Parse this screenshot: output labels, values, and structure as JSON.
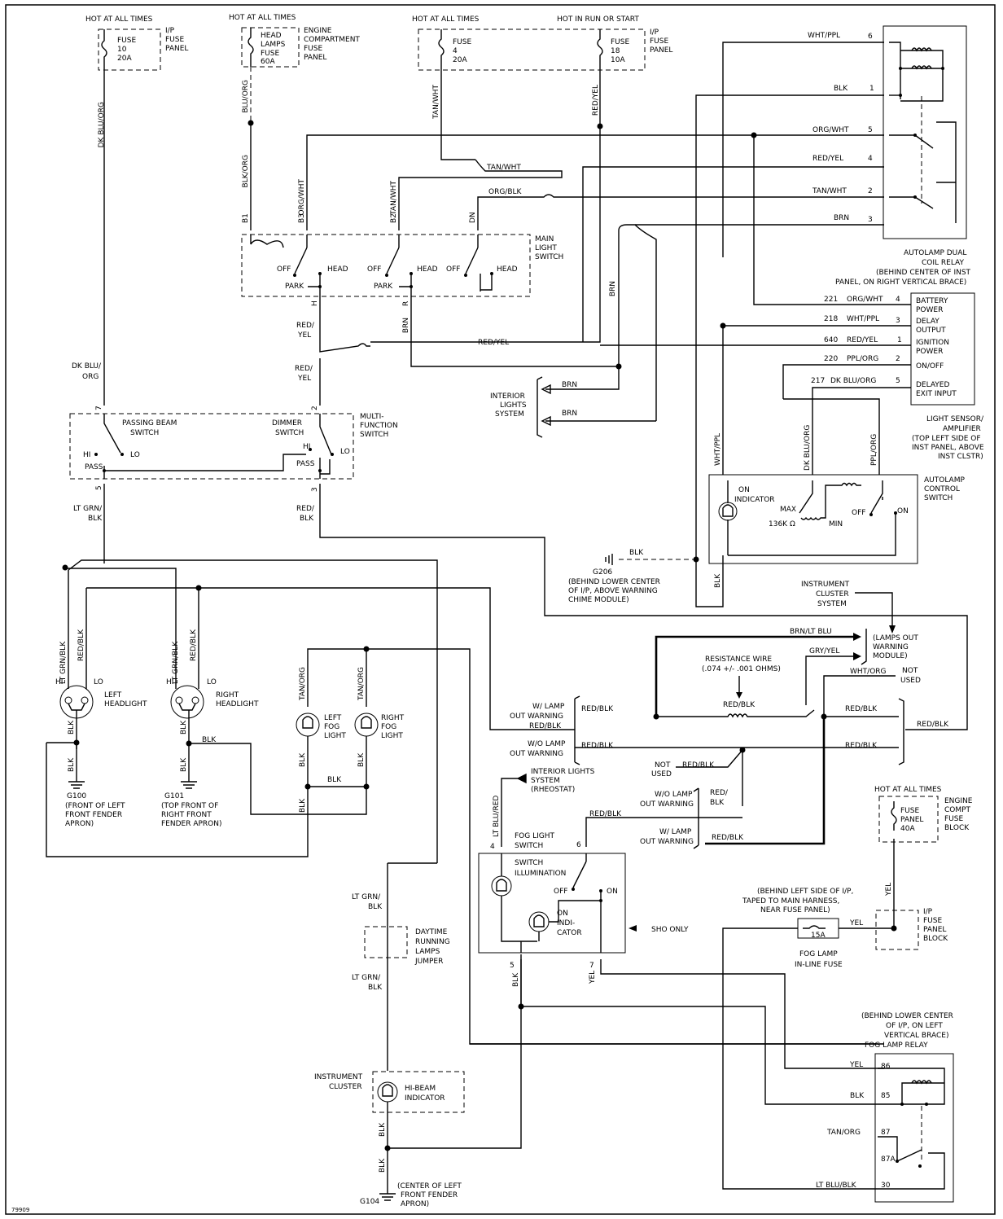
{
  "figure_id": "79909",
  "fuses": {
    "f10": {
      "hot": "HOT AT ALL TIMES",
      "name": "FUSE",
      "num": "10",
      "amp": "20A",
      "panel1": "I/P",
      "panel2": "FUSE",
      "panel3": "PANEL"
    },
    "head": {
      "hot": "HOT AT ALL TIMES",
      "l1": "HEAD",
      "l2": "LAMPS",
      "l3": "FUSE",
      "l4": "60A",
      "p1": "ENGINE",
      "p2": "COMPARTMENT",
      "p3": "FUSE",
      "p4": "PANEL"
    },
    "f4": {
      "hot": "HOT AT ALL TIMES",
      "name": "FUSE",
      "num": "4",
      "amp": "20A"
    },
    "f18": {
      "hot": "HOT IN RUN OR START",
      "name": "FUSE",
      "num": "18",
      "amp": "10A",
      "panel1": "I/P",
      "panel2": "FUSE",
      "panel3": "PANEL"
    }
  },
  "wires": {
    "dkbluorg": "DK BLU/ORG",
    "dkblu_org_2a": "DK BLU/",
    "dkblu_org_2b": "ORG",
    "blkorg": "BLK/ORG",
    "bluorg": "BLU/ORG",
    "tanwht": "TAN/WHT",
    "redyel": "RED/YEL",
    "orgwht": "ORG/WHT",
    "orgblk": "ORG/BLK",
    "brn": "BRN",
    "redyel_a": "RED/",
    "redyel_b": "YEL",
    "whtppl": "WHT/PPL",
    "blk": "BLK",
    "ltgrnblk_a": "LT GRN/",
    "ltgrnblk_b": "BLK",
    "ltgrnblk": "LT GRN/BLK",
    "redblk": "RED/BLK",
    "redblk_a": "RED/",
    "redblk_b": "BLK",
    "tanorg": "TAN/ORG",
    "ltblured": "LT BLU/RED",
    "yel": "YEL",
    "brnltblu": "BRN/LT BLU",
    "gryyel": "GRY/YEL",
    "whtorg": "WHT/ORG",
    "pplorg": "PPL/ORG",
    "ltblublk": "LT BLU/BLK"
  },
  "main_switch": {
    "title1": "MAIN",
    "title2": "LIGHT",
    "title3": "SWITCH",
    "b1": "B1",
    "b3": "B3",
    "b2": "B2",
    "dn": "DN",
    "h": "H",
    "r": "R",
    "off": "OFF",
    "park": "PARK",
    "head": "HEAD"
  },
  "relay": {
    "pins": [
      "6",
      "1",
      "5",
      "4",
      "2",
      "3"
    ],
    "title1": "AUTOLAMP DUAL",
    "title2": "COIL RELAY",
    "title3": "(BEHIND CENTER OF INST",
    "title4": "PANEL, ON RIGHT VERTICAL BRACE)"
  },
  "sensor": {
    "circ": [
      "221",
      "218",
      "640",
      "220",
      "217"
    ],
    "pins": [
      "4",
      "3",
      "1",
      "2",
      "5"
    ],
    "labels": [
      "BATTERY",
      "POWER",
      "DELAY",
      "OUTPUT",
      "IGNITION",
      "POWER",
      "ON/OFF",
      "DELAYED",
      "EXIT INPUT"
    ],
    "title1": "LIGHT SENSOR/",
    "title2": "AMPLIFIER",
    "title3": "(TOP LEFT SIDE OF",
    "title4": "INST PANEL, ABOVE",
    "title5": "INST CLSTR)"
  },
  "interior": {
    "l1": "INTERIOR",
    "l2": "LIGHTS",
    "l3": "SYSTEM"
  },
  "multi": {
    "t1": "MULTI-",
    "t2": "FUNCTION",
    "t3": "SWITCH",
    "pb1": "PASSING BEAM",
    "pb2": "SWITCH",
    "dm1": "DIMMER",
    "dm2": "SWITCH",
    "hi": "HI",
    "lo": "LO",
    "pass": "PASS",
    "p7": "7",
    "p5": "5",
    "p2": "2",
    "p3": "3"
  },
  "autolamp": {
    "t1": "AUTOLAMP",
    "t2": "CONTROL",
    "t3": "SWITCH",
    "on1": "ON",
    "on2": "INDICATOR",
    "max": "MAX",
    "min": "MIN",
    "ohm": "136K Ω",
    "off": "OFF",
    "on": "ON"
  },
  "g206": {
    "name": "G206",
    "l1": "(BEHIND LOWER CENTER",
    "l2": "OF I/P, ABOVE WARNING",
    "l3": "CHIME MODULE)"
  },
  "cluster_sys": {
    "l1": "INSTRUMENT",
    "l2": "CLUSTER",
    "l3": "SYSTEM",
    "m1": "(LAMPS OUT",
    "m2": "WARNING",
    "m3": "MODULE)"
  },
  "resist": {
    "l1": "RESISTANCE WIRE",
    "l2": "(.074 +/- .001 OHMS)"
  },
  "notused": {
    "a": "NOT",
    "b": "USED"
  },
  "lampout": {
    "w1": "W/ LAMP",
    "w2": "OUT WARNING",
    "wo1": "W/O LAMP",
    "wo2": "OUT WARNING"
  },
  "headlights": {
    "left1": "LEFT",
    "left2": "HEADLIGHT",
    "right1": "RIGHT",
    "right2": "HEADLIGHT",
    "hi": "HI",
    "lo": "LO"
  },
  "fog": {
    "left1": "LEFT",
    "left2": "FOG",
    "left3": "LIGHT",
    "right1": "RIGHT",
    "right2": "FOG",
    "right3": "LIGHT"
  },
  "grounds": {
    "g100": "G100",
    "g100a": "(FRONT OF LEFT",
    "g100b": "FRONT FENDER",
    "g100c": "APRON)",
    "g101": "G101",
    "g101a": "(TOP FRONT OF",
    "g101b": "RIGHT FRONT",
    "g101c": "FENDER APRON)",
    "g104": "G104",
    "g104a": "(CENTER OF LEFT",
    "g104b": "FRONT FENDER",
    "g104c": "APRON)"
  },
  "interior_rheo": {
    "l1": "INTERIOR LIGHTS",
    "l2": "SYSTEM",
    "l3": "(RHEOSTAT)"
  },
  "fogsw": {
    "t1": "FOG LIGHT",
    "t2": "SWITCH",
    "s1": "SWITCH",
    "s2": "ILLUMINATION",
    "off": "OFF",
    "on": "ON",
    "ind1": "ON",
    "ind2": "INDI-",
    "ind3": "CATOR",
    "p4": "4",
    "p6": "6",
    "p5": "5",
    "p7": "7",
    "sho": "SHO ONLY"
  },
  "drl": {
    "l1": "DAYTIME",
    "l2": "RUNNING",
    "l3": "LAMPS",
    "l4": "JUMPER"
  },
  "cluster": {
    "l1": "INSTRUMENT",
    "l2": "CLUSTER",
    "hb1": "HI-BEAM",
    "hb2": "INDICATOR"
  },
  "engfuse": {
    "hot": "HOT AT ALL TIMES",
    "l1": "FUSE",
    "l2": "PANEL",
    "l3": "40A",
    "p1": "ENGINE",
    "p2": "COMPT",
    "p3": "FUSE",
    "p4": "BLOCK"
  },
  "ipfuse": {
    "l1": "I/P",
    "l2": "FUSE",
    "l3": "PANEL",
    "l4": "BLOCK"
  },
  "inline": {
    "n1": "(BEHIND LEFT SIDE OF I/P,",
    "n2": "TAPED TO MAIN HARNESS,",
    "n3": "NEAR FUSE PANEL)",
    "amp": "15A",
    "f1": "FOG LAMP",
    "f2": "IN-LINE FUSE"
  },
  "fogrelay": {
    "t1": "(BEHIND LOWER CENTER",
    "t2": "OF I/P, ON LEFT",
    "t3": "VERTICAL BRACE)",
    "t4": "FOG LAMP RELAY",
    "p86": "86",
    "p85": "85",
    "p87": "87",
    "p87a": "87A",
    "p30": "30"
  }
}
